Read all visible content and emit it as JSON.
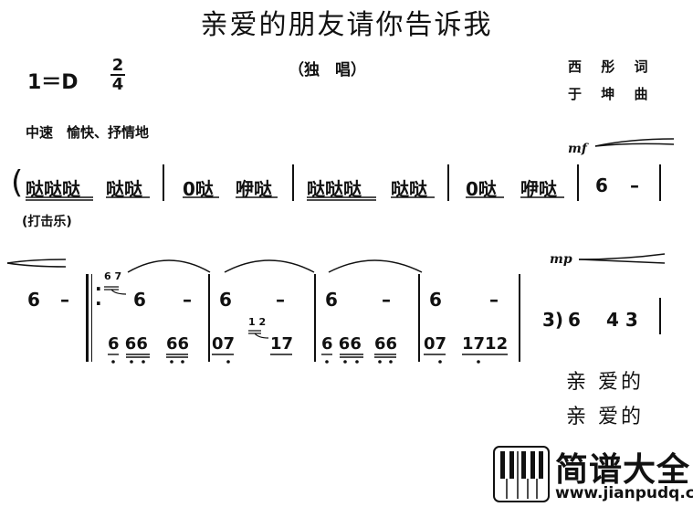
{
  "title": "亲爱的朋友请你告诉我",
  "key": "1＝D",
  "time_sig": {
    "top": "2",
    "bottom": "4"
  },
  "performance": "（独　唱）",
  "lyricist": "西 彤 词",
  "composer": "于 坤 曲",
  "tempo": "中速　愉快、抒情地",
  "dynamics": {
    "mf": "mf",
    "mp": "mp"
  },
  "row1": {
    "open": "(",
    "m1": [
      "哒哒哒",
      "哒哒"
    ],
    "m2": [
      "0哒",
      "咿哒"
    ],
    "m3": [
      "哒哒哒",
      "哒哒"
    ],
    "m4": [
      "0哒",
      "咿哒"
    ],
    "m5": [
      "6",
      "–"
    ],
    "percussion": "(打击乐)"
  },
  "row2": {
    "m0": [
      "6",
      "–"
    ],
    "grace1": "6 7",
    "upper": [
      [
        "6",
        "–"
      ],
      [
        "6",
        "–"
      ],
      [
        "6",
        "–"
      ],
      [
        "6",
        "–"
      ]
    ],
    "grace2": "1 2",
    "lower": [
      [
        "6 66",
        "66"
      ],
      [
        "07",
        "17"
      ],
      [
        "6 66",
        "66"
      ],
      [
        "07",
        "1712"
      ]
    ],
    "right": [
      "3)",
      "6",
      "4 3"
    ]
  },
  "lyrics": [
    "亲 爱的",
    "亲 爱的"
  ],
  "logo": {
    "text": "简谱大全",
    "url": "www.jianpudq.com"
  }
}
